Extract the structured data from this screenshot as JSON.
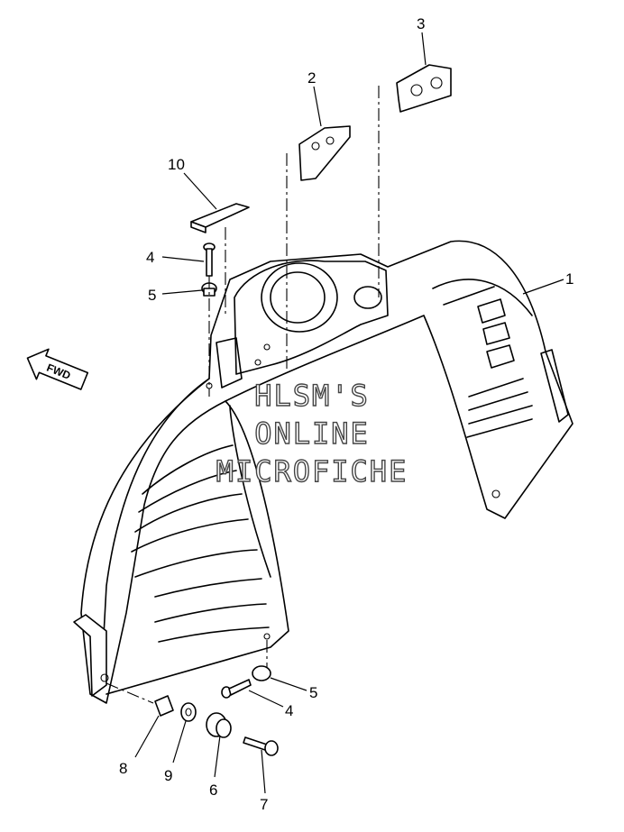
{
  "watermark": {
    "line1": "HLSM'S",
    "line2": "ONLINE",
    "line3": "MICROFICHE"
  },
  "direction_label": "FWD",
  "callouts": {
    "c1": "1",
    "c2": "2",
    "c3": "3",
    "c4_top": "4",
    "c4_bottom": "4",
    "c5_top": "5",
    "c5_bottom": "5",
    "c6": "6",
    "c7": "7",
    "c8": "8",
    "c9": "9",
    "c10": "10"
  }
}
